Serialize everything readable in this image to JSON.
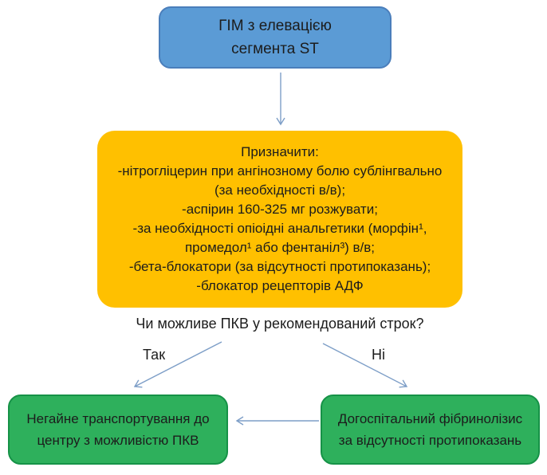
{
  "colors": {
    "title_box_fill": "#5b9bd5",
    "title_box_border": "#4a7ebb",
    "treatment_box_fill": "#ffc000",
    "outcome_box_fill": "#2eb05c",
    "outcome_box_border": "#169247",
    "arrow": "#7d9ec7",
    "text": "#1c1c1c"
  },
  "flowchart": {
    "title_box": "ГІМ з елевацією\nсегмента ST",
    "treatment_box": "Призначити:\n-нітрогліцерин при ангінозному болю сублінгвально\n(за необхідності в/в);\n-аспірин 160-325 мг розжувати;\n-за необхідності опіоідні анальгетики (морфін¹,\nпромедол¹ або фентаніл³) в/в;\n-бета-блокатори (за відсутності протипоказань);\n-блокатор рецепторів АДФ",
    "question": "Чи можливе ПКВ у рекомендований строк?",
    "yes_label": "Так",
    "no_label": "Ні",
    "yes_outcome_box": "Негайне транспортування до\nцентру з можливістю ПКВ",
    "no_outcome_box": "Догоспітальний фібринолізис\nза відсутності протипоказань"
  }
}
